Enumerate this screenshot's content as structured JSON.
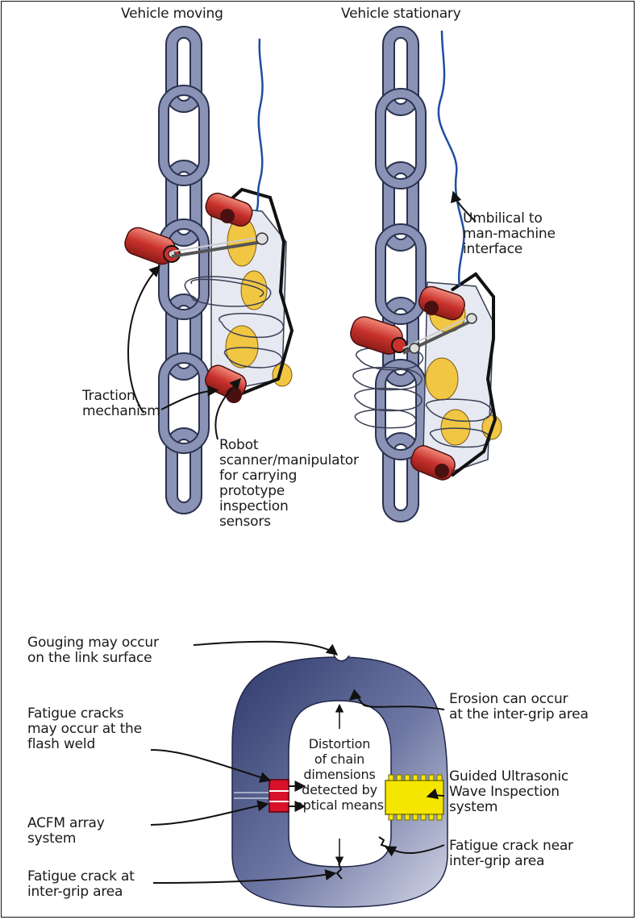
{
  "panels": {
    "moving_title": "Vehicle moving",
    "stationary_title": "Vehicle stationary"
  },
  "labels": {
    "umbilical": "Umbilical to\nman-machine\ninterface",
    "traction": "Traction\nmechanism",
    "robot": "Robot\nscanner/manipulator\nfor carrying\nprototype\ninspection\nsensors",
    "gouging": "Gouging may occur\non the link surface",
    "fatigue_flash": "Fatigue cracks\nmay occur at the\nflash weld",
    "erosion": "Erosion can occur\nat the inter-grip area",
    "distortion": "Distortion\nof chain\ndimensions\ndetected by\noptical means",
    "guided": "Guided Ultrasonic\nWave Inspection\nsystem",
    "acfm": "ACFM array\nsystem",
    "fatigue_near": "Fatigue crack near\ninter-grip area",
    "fatigue_at": "Fatigue crack at\ninter-grip area"
  },
  "colors": {
    "chain": "#8a93b6",
    "chain_outline": "#2b3250",
    "roller_red": "#c8312c",
    "roller_highlight": "#f08a7a",
    "yellow_parts": "#f1c642",
    "umbilical_blue": "#1d4fa0",
    "link_dark": "#3e4878",
    "link_light": "#c9cde0",
    "guided_yellow": "#f5e600",
    "acfm_red": "#d8122a"
  }
}
